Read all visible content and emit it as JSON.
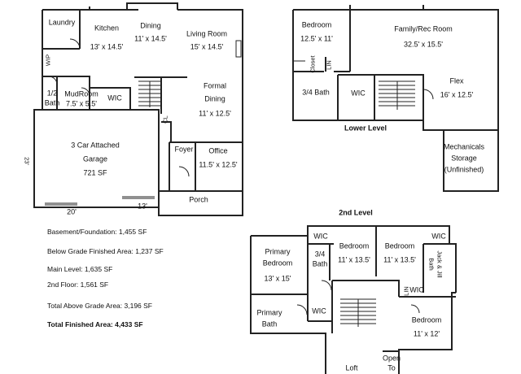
{
  "main_level": {
    "laundry": "Laundry",
    "kitchen": "Kitchen",
    "kitchen_size": "13' x 14.5'",
    "dining": "Dining",
    "dining_size": "11' x 14.5'",
    "living": "Living Room",
    "living_size": "15' x 14.5'",
    "wip": "WIP",
    "half_bath_1": "1/2",
    "half_bath_2": "Bath",
    "mudroom": "MudRoom",
    "mudroom_size": "7.5' x 5.5'",
    "wic": "WIC",
    "formal_dining": "Formal",
    "formal_dining_2": "Dining",
    "formal_dining_size": "11' x 12.5'",
    "cl": "CL",
    "garage": "3 Car Attached",
    "garage_2": "Garage",
    "garage_size": "721 SF",
    "garage_dim_side": "23'",
    "garage_dim_bottom": "20'",
    "garage_dim_door": "13'",
    "foyer": "Foyer",
    "office": "Office",
    "office_size": "11.5' x 12.5'",
    "porch": "Porch"
  },
  "lower_level": {
    "title": "Lower Level",
    "bedroom": "Bedroom",
    "bedroom_size": "12.5' x 11'",
    "family_rec": "Family/Rec Room",
    "family_rec_size": "32.5' x 15.5'",
    "closet": "Closet",
    "lin": "LIN",
    "bath": "3/4 Bath",
    "wic": "WIC",
    "flex": "Flex",
    "flex_size": "16' x 12.5'",
    "mech": "Mechanicals",
    "mech_2": "Storage",
    "mech_3": "(Unfinished)"
  },
  "second_level": {
    "title": "2nd Level",
    "primary_bedroom": "Primary",
    "primary_bedroom_2": "Bedroom",
    "primary_bedroom_size": "13' x 15'",
    "wic_top": "WIC",
    "bath34": "3/4",
    "bath34_2": "Bath",
    "bedroom_a": "Bedroom",
    "bedroom_a_size": "11' x 13.5'",
    "bedroom_b": "Bedroom",
    "bedroom_b_size": "11' x 13.5'",
    "wic_right": "WIC",
    "jack_jill": "Jack & Jill",
    "jack_jill_2": "Bath",
    "lin": "LIN",
    "wic_mid": "WIC",
    "bedroom_c": "Bedroom",
    "bedroom_c_size": "11' x 12'",
    "primary_bath": "Primary",
    "primary_bath_2": "Bath",
    "wic_primary": "WIC",
    "loft": "Loft",
    "open_to": "Open",
    "open_to_2": "To"
  },
  "stats": {
    "basement": "Basement/Foundation: 1,455 SF",
    "below_grade": "Below Grade Finished Area: 1,237 SF",
    "main_level": "Main Level: 1,635 SF",
    "second_floor": "2nd Floor: 1,561 SF",
    "above_grade": "Total Above Grade Area: 3,196 SF",
    "total": "Total Finished Area: 4,433 SF"
  }
}
